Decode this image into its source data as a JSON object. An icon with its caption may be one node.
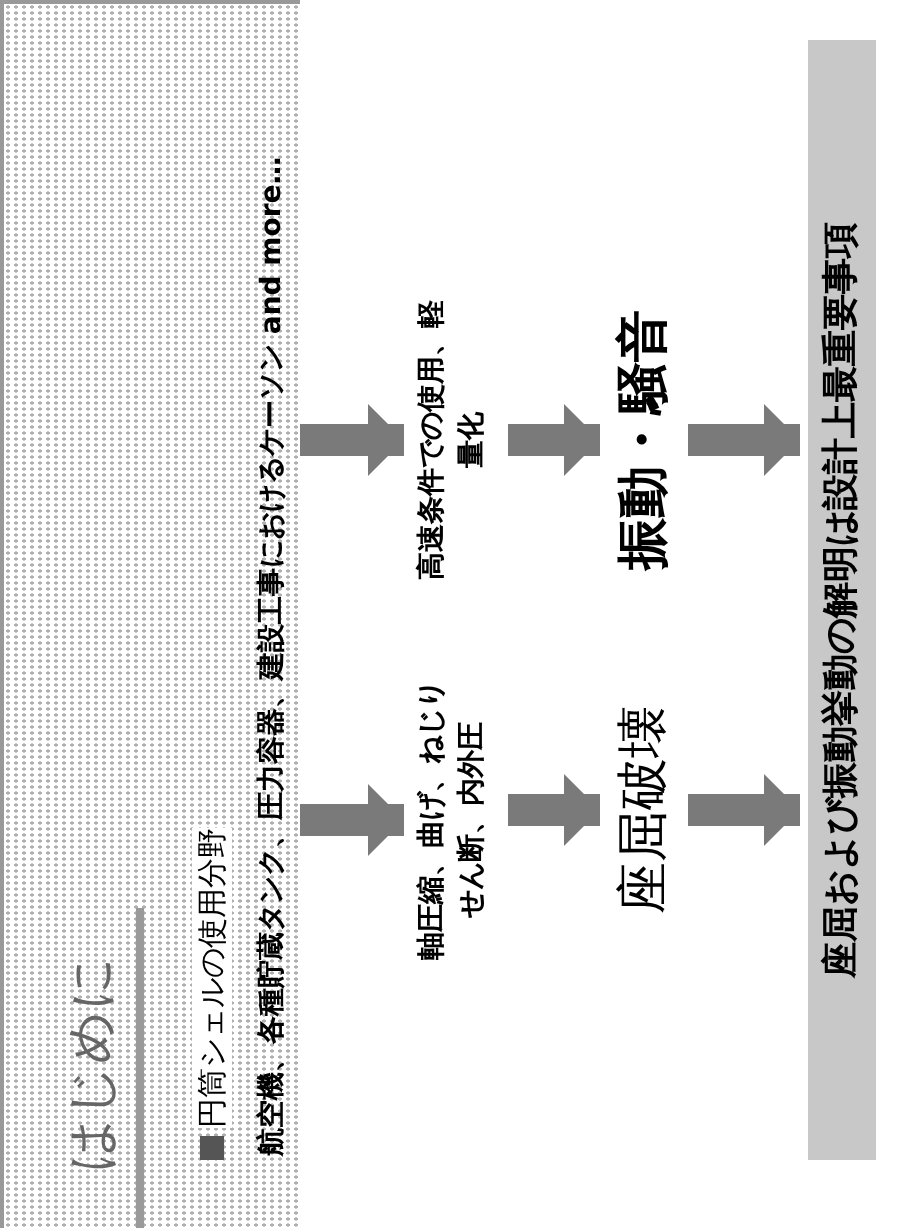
{
  "diagram": {
    "title": "はじめに",
    "nodes": [
      {
        "text": [
          "航空機、各種貯蔵タンク、圧力容器、建設工事におけるケーソン and more…"
        ]
      },
      {
        "text": [
          "軸圧縮、曲げ、ねじりせん断、内外圧"
        ]
      },
      {
        "text": [
          "高速条件での使用、軽量化"
        ]
      },
      {
        "text": [
          "座屈破壊"
        ]
      },
      {
        "text": [
          "振動・騒音"
        ]
      },
      {
        "text": [
          "座屈および振動挙動の解明は設計上最重要事項"
        ]
      }
    ],
    "edges": [
      {
        "from": 0,
        "to": 1,
        "arrow": "to"
      },
      {
        "from": 0,
        "to": 2,
        "arrow": "to"
      },
      {
        "from": 1,
        "to": 3,
        "arrow": "to"
      },
      {
        "from": 2,
        "to": 4,
        "arrow": "to"
      },
      {
        "from": 3,
        "to": 5,
        "arrow": "to"
      },
      {
        "from": 4,
        "to": 5,
        "arrow": "to"
      }
    ],
    "labels": [
      "円筒シェルの使用分野"
    ]
  }
}
